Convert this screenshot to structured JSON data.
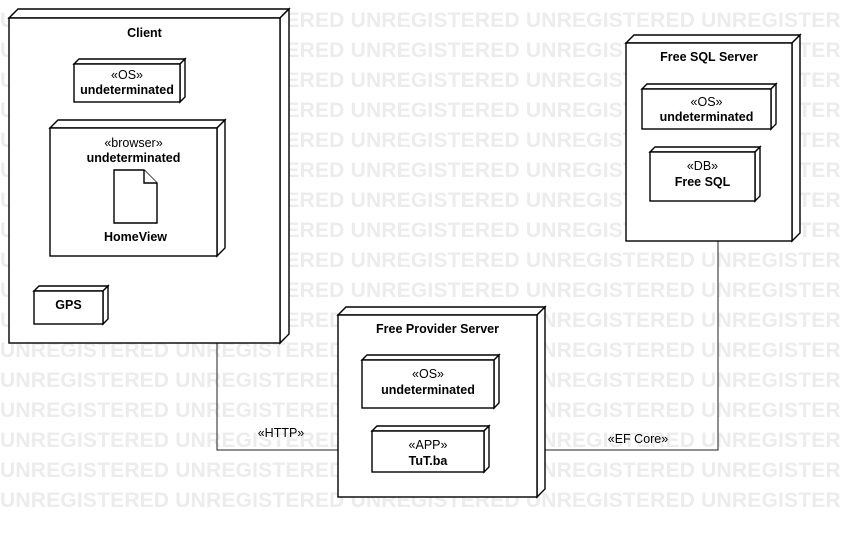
{
  "watermark_text": "UNREGISTERED UNREGISTERED UNREGISTERED UNREGISTERED UNREGISTERED",
  "nodes": {
    "client": {
      "title": "Client"
    },
    "sql_server": {
      "title": "Free SQL Server"
    },
    "provider_server": {
      "title": "Free Provider Server"
    }
  },
  "components": {
    "client_os": {
      "stereotype": "«OS»",
      "name": "undeterminated"
    },
    "browser": {
      "stereotype": "«browser»",
      "name": "undeterminated"
    },
    "homeview": {
      "name": "HomeView"
    },
    "gps": {
      "name": "GPS"
    },
    "sql_os": {
      "stereotype": "«OS»",
      "name": "undeterminated"
    },
    "db": {
      "stereotype": "«DB»",
      "name": "Free SQL"
    },
    "provider_os": {
      "stereotype": "«OS»",
      "name": "undeterminated"
    },
    "app": {
      "stereotype": "«APP»",
      "name": "TuT.ba"
    }
  },
  "connections": {
    "http": {
      "label": "«HTTP»"
    },
    "ef_core": {
      "label": "«EF Core»"
    }
  }
}
